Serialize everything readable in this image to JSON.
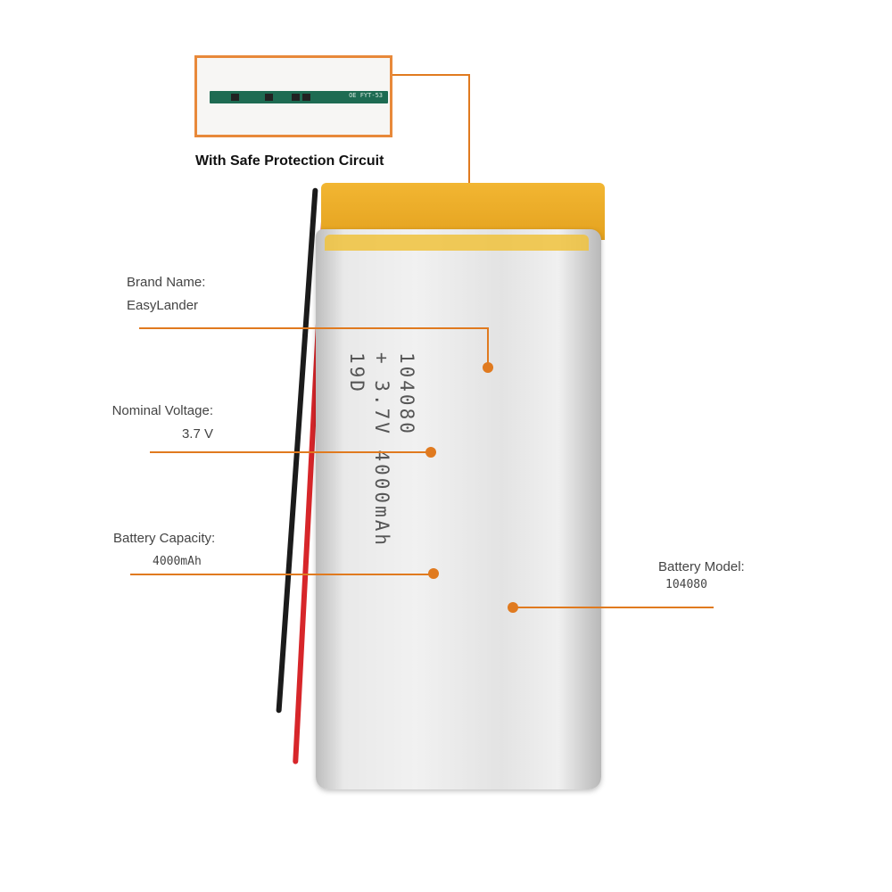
{
  "pcb": {
    "board_text": "OE FYT-53",
    "caption": "With Safe Protection Circuit"
  },
  "specs": {
    "brand_title": "Brand Name:",
    "brand_value": "EasyLander",
    "voltage_title": "Nominal Voltage:",
    "voltage_value": "3.7 V",
    "capacity_title": "Battery  Capacity:",
    "capacity_value": "4000mAh",
    "model_title": "Battery Model:",
    "model_value": "104080"
  },
  "battery_print": {
    "line1": "104080",
    "line2": "+ 3.7V 4000mAh",
    "line3": "19D"
  },
  "colors": {
    "accent": "#e07a1f",
    "tape": "#f0b42e",
    "pcb": "#1e6b52"
  }
}
